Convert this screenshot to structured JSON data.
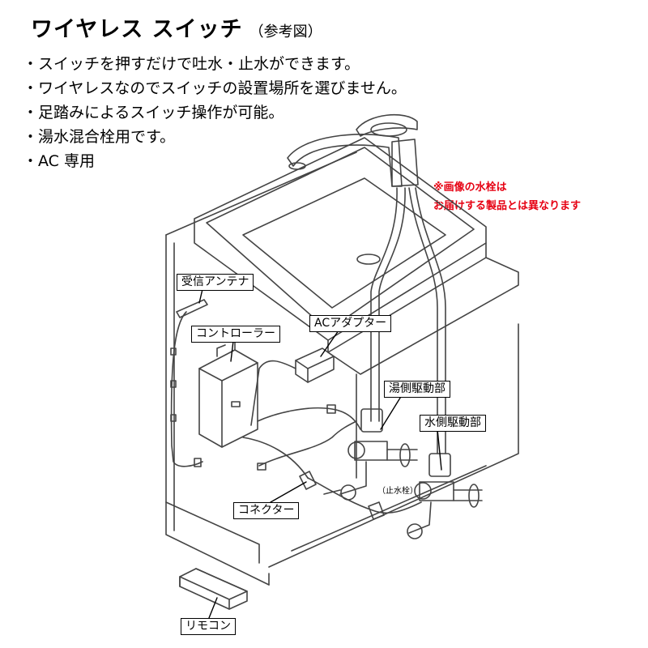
{
  "title": "ワイヤレス スイッチ",
  "title_sub": "（参考図）",
  "bullets": [
    "・スイッチを押すだけで吐水・止水ができます。",
    "・ワイヤレスなのでスイッチの設置場所を選びません。",
    "・足踏みによるスイッチ操作が可能。",
    "・湯水混合栓用です。",
    "・AC 専用"
  ],
  "note": [
    "※画像の水栓は",
    "お届けする製品とは異なります"
  ],
  "labels": {
    "antenna": "受信アンテナ",
    "controller": "コントローラー",
    "adapter": "ACアダプター",
    "hot_drive": "湯側駆動部",
    "cold_drive": "水側駆動部",
    "connector": "コネクター",
    "remote": "リモコン",
    "stop_valve": "（止水栓）"
  },
  "colors": {
    "note_red": "#e60012",
    "line": "#444444"
  }
}
